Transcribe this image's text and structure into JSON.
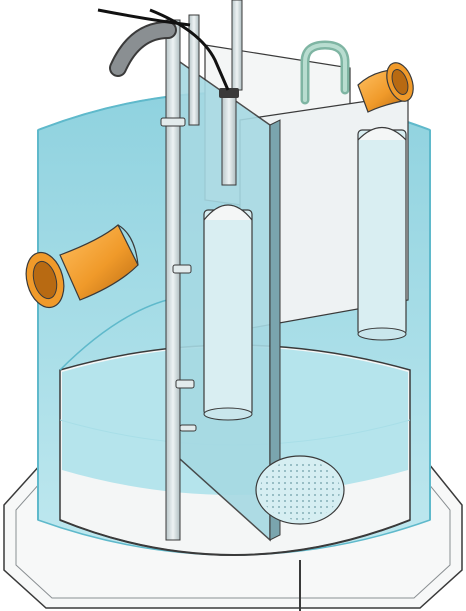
{
  "diagram": {
    "subject": "treatment-tank-cutaway",
    "components": [
      {
        "name": "cylindrical-tank",
        "icon": "tank-cylinder"
      },
      {
        "name": "octagonal-base-plate",
        "icon": "base-plate"
      },
      {
        "name": "inlet-elbow-pipe",
        "icon": "pipe-elbow"
      },
      {
        "name": "outlet-elbow-pipe",
        "icon": "pipe-elbow"
      },
      {
        "name": "dividing-baffle-wall",
        "icon": "baffle"
      },
      {
        "name": "left-half-pipe-chute",
        "icon": "half-pipe"
      },
      {
        "name": "right-half-pipe-chute",
        "icon": "half-pipe"
      },
      {
        "name": "center-riser-pipe",
        "icon": "riser-pipe"
      },
      {
        "name": "air-lift-pipe",
        "icon": "air-pipe"
      },
      {
        "name": "perforated-diffuser-disc",
        "icon": "diffuser"
      },
      {
        "name": "u-bend-pipe",
        "icon": "u-bend"
      },
      {
        "name": "gray-vent-hose",
        "icon": "hose"
      },
      {
        "name": "black-cables",
        "icon": "cable"
      }
    ],
    "colors": {
      "water": "#a9e0ea",
      "water_deep": "#8fd2df",
      "water_line": "#5fb9cb",
      "tank_wall": "#f4f6f6",
      "fitting_orange": "#f09a2a",
      "fitting_dark": "#b86a12",
      "outline": "#3a3a3a",
      "pipe_gray": "#cfd8da",
      "hose_gray": "#8a8f92"
    }
  }
}
